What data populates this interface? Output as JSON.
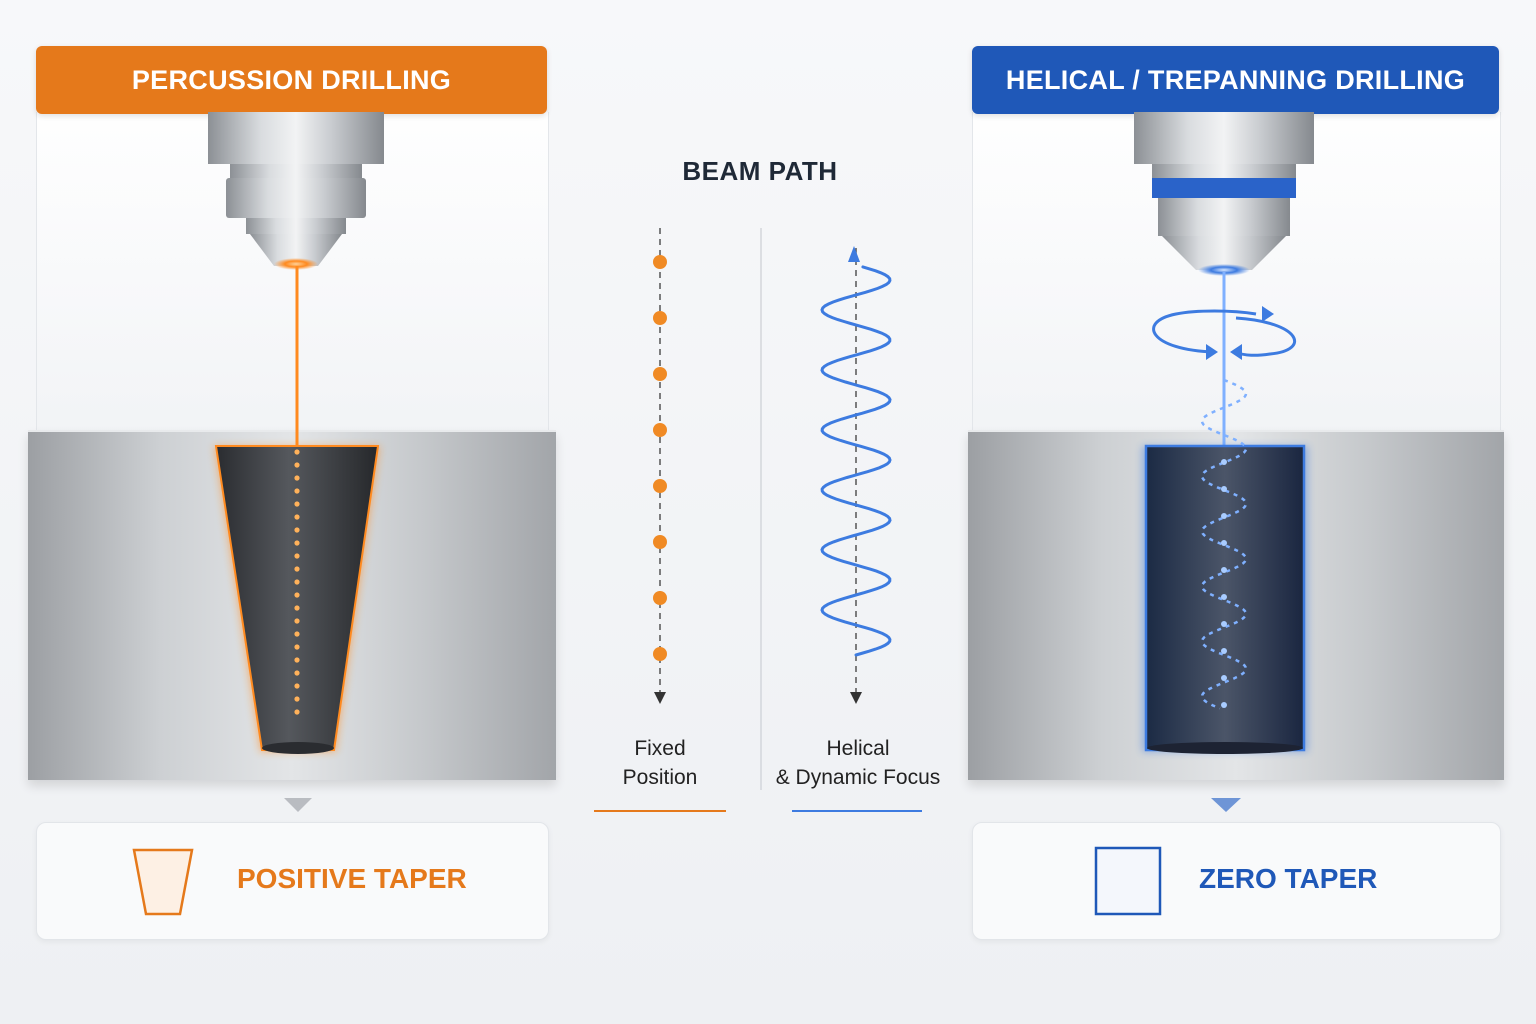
{
  "left_panel": {
    "title": "PERCUSSION DRILLING",
    "result": "POSITIVE TAPER",
    "accent": "#e5791b",
    "icon": "trapezoid-taper-icon"
  },
  "right_panel": {
    "title": "HELICAL / TREPANNING DRILLING",
    "result": "ZERO TAPER",
    "accent": "#1f58b8",
    "icon": "square-zero-taper-icon"
  },
  "beam_path": {
    "title": "BEAM PATH",
    "fixed_caption_line1": "Fixed",
    "fixed_caption_line2": "Position",
    "helical_caption_line1": "Helical",
    "helical_caption_line2": "& Dynamic Focus"
  }
}
